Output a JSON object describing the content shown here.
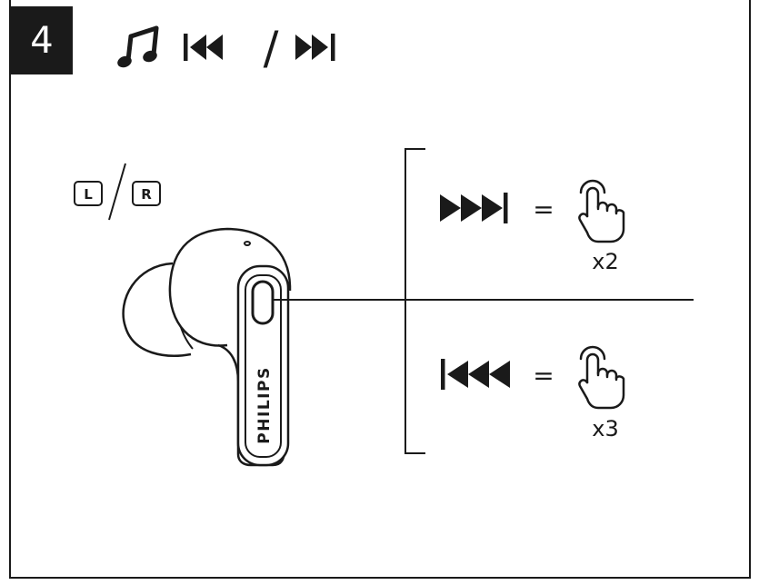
{
  "step": {
    "number": "4"
  },
  "header": {
    "icons": [
      "music-note-icon",
      "previous-track-icon",
      "next-track-icon"
    ],
    "separator": "/"
  },
  "earbud": {
    "side_options": [
      "L",
      "R"
    ],
    "brand": "PHILIPS"
  },
  "actions": [
    {
      "icon": "next-track-icon",
      "equals": "=",
      "gesture_icon": "tap-hand-icon",
      "tap_count": "x2"
    },
    {
      "icon": "previous-track-icon",
      "equals": "=",
      "gesture_icon": "tap-hand-icon",
      "tap_count": "x3"
    }
  ],
  "colors": {
    "ink": "#1a1a1a",
    "badge_bg": "#1a1a1a",
    "badge_text": "#ffffff",
    "background": "#ffffff"
  }
}
